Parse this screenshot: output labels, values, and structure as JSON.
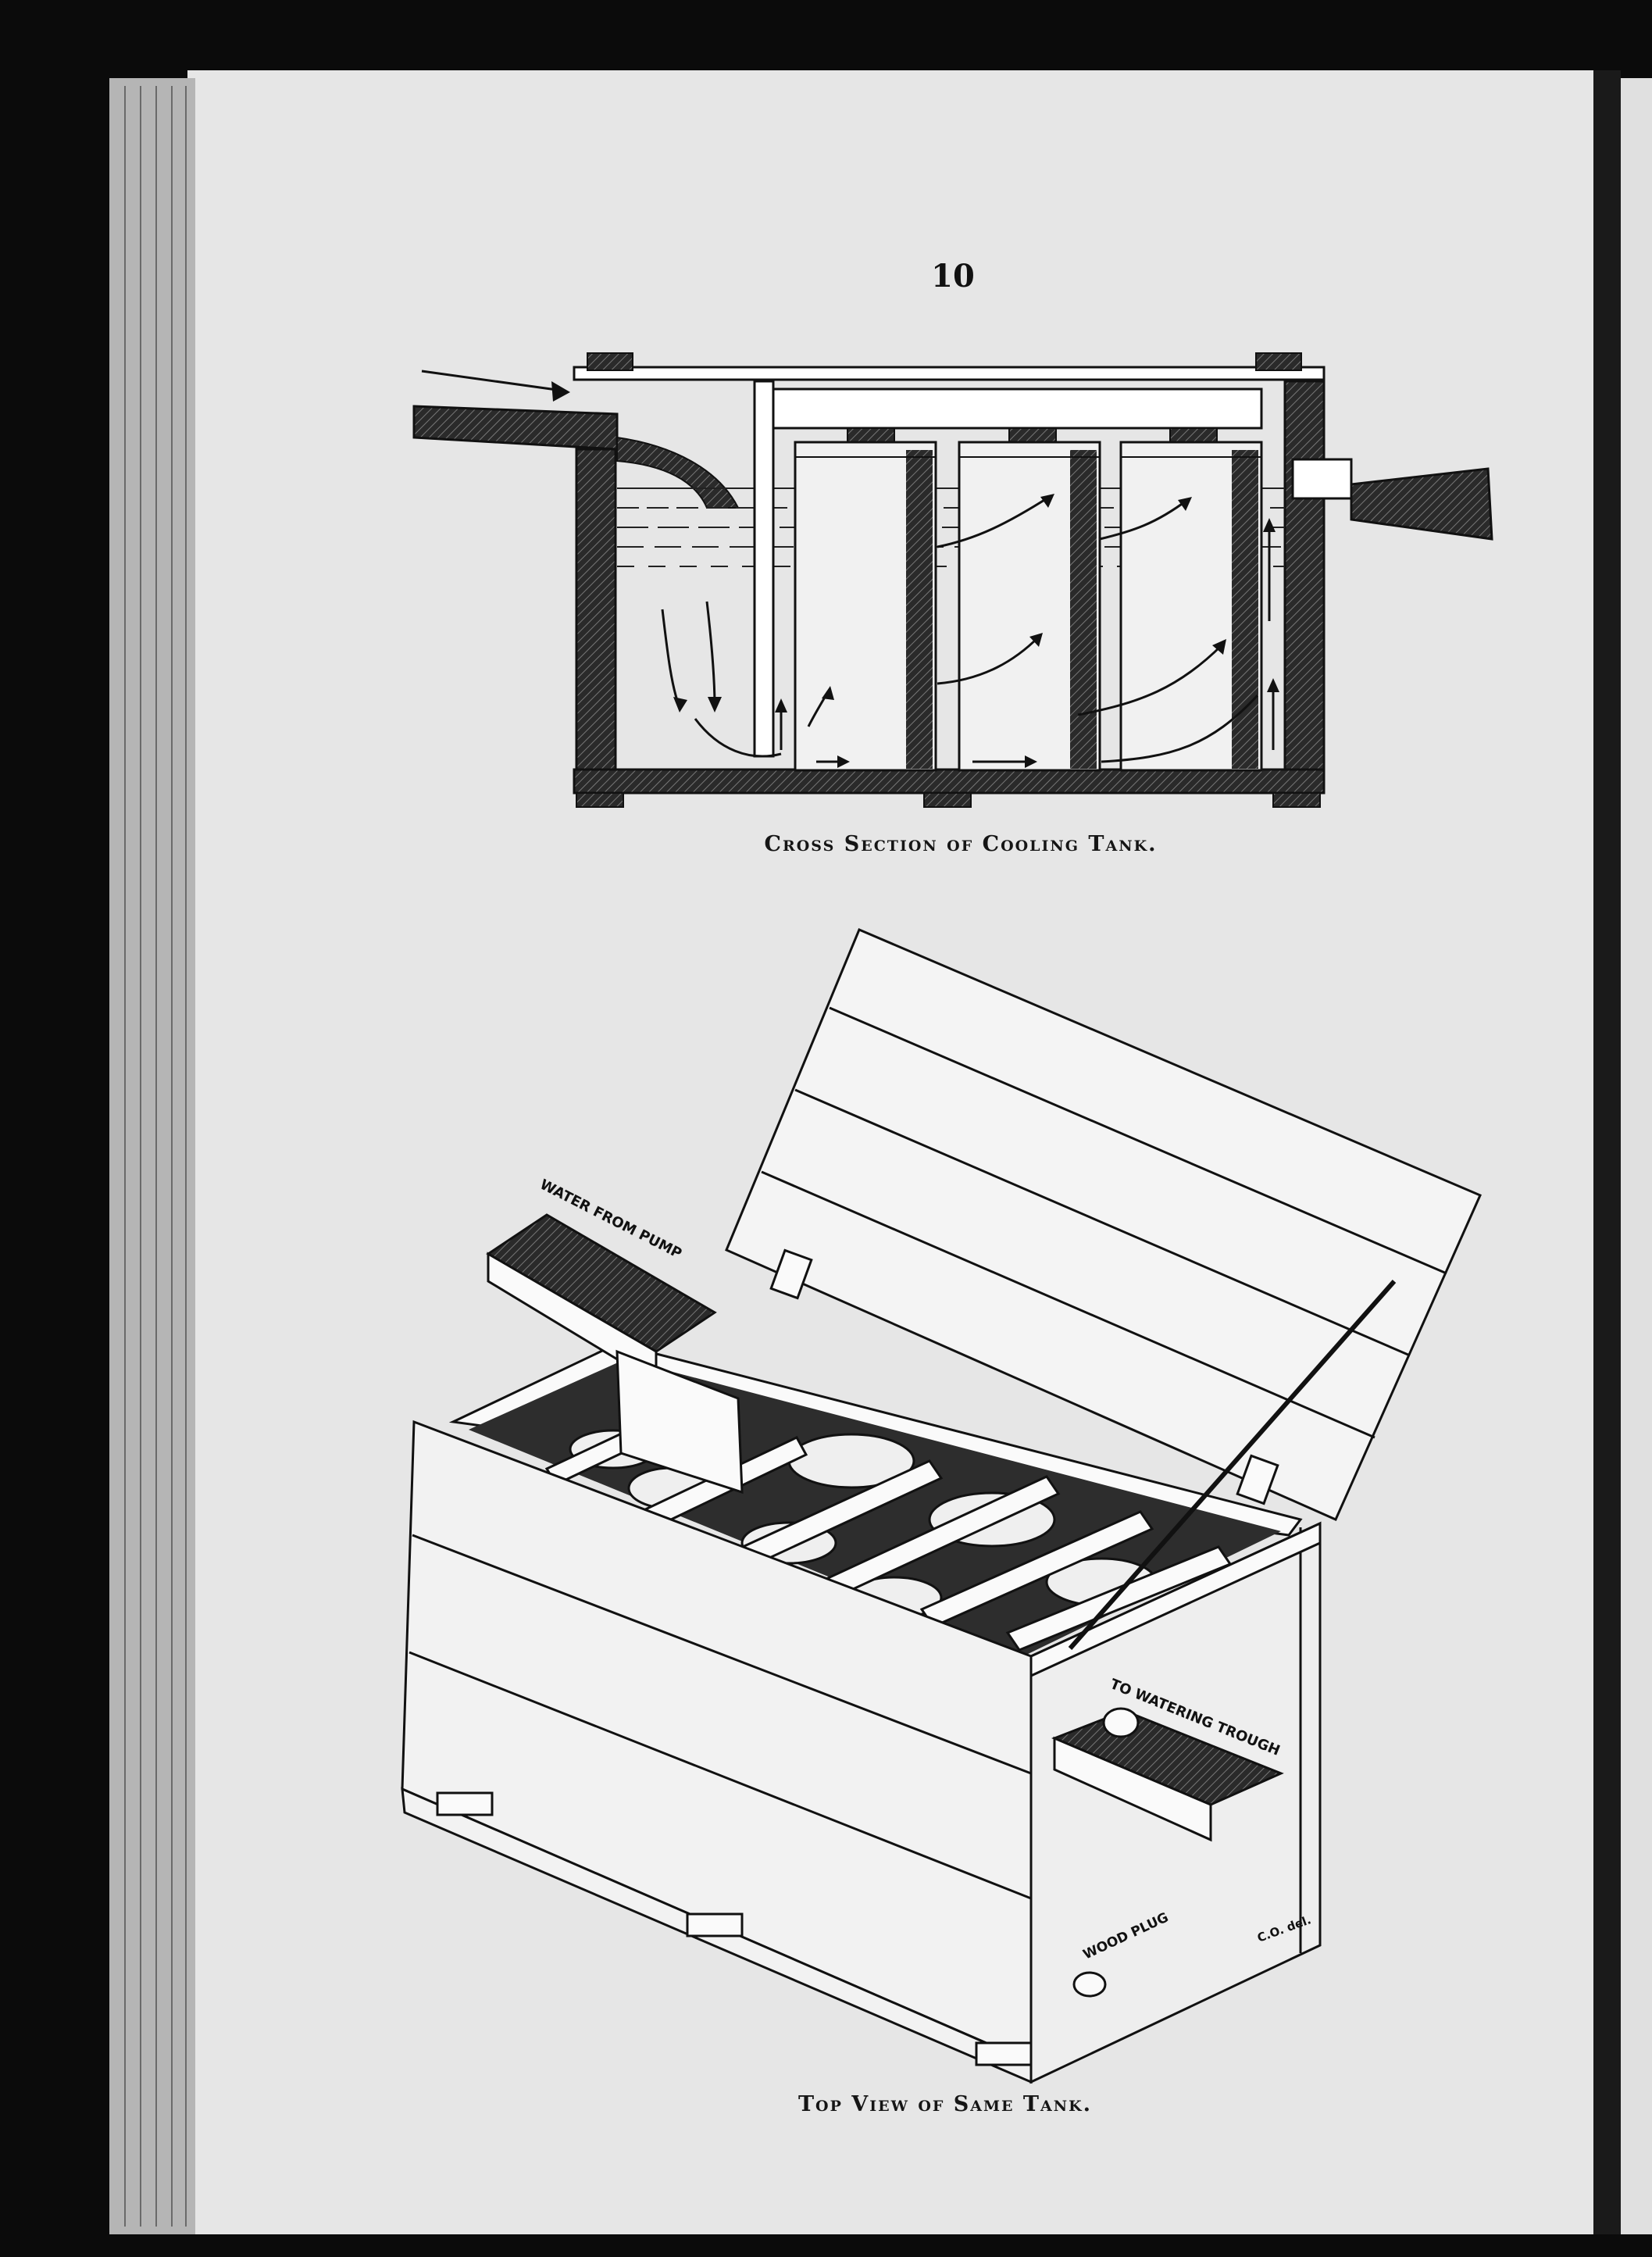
{
  "page": {
    "page_number": "10",
    "figures": [
      {
        "caption": "Cross Section of Cooling Tank."
      },
      {
        "caption": "Top View of Same Tank.",
        "labels": {
          "water_from_pump": "WATER FROM PUMP",
          "to_watering_trough": "TO WATERING TROUGH",
          "wood_plug": "WOOD PLUG",
          "signature": "C.O. del."
        }
      }
    ]
  }
}
